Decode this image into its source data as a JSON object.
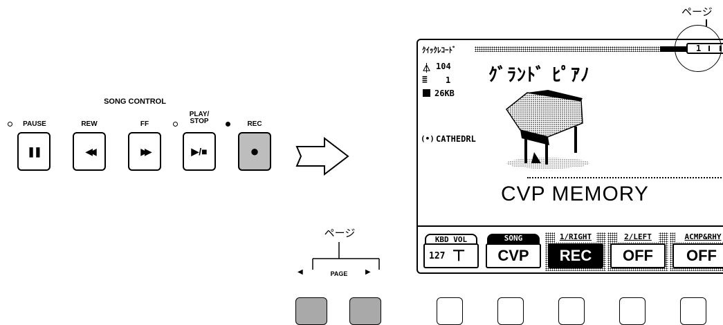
{
  "song_control": {
    "title": "SONG CONTROL",
    "buttons": [
      {
        "label": "PAUSE",
        "glyph": "❚❚",
        "led": "off"
      },
      {
        "label": "REW",
        "glyph": "◀◀",
        "led": "none"
      },
      {
        "label": "FF",
        "glyph": "▶▶",
        "led": "none"
      },
      {
        "label_line1": "PLAY/",
        "label_line2": "STOP",
        "glyph": "▶/■",
        "led": "off"
      },
      {
        "label": "REC",
        "glyph": "●",
        "led": "on",
        "active_color": "#bdbdbd"
      }
    ]
  },
  "page_callouts": {
    "top_right": "ページ",
    "bottom": "ページ",
    "page_label": "PAGE",
    "page_left_icon": "◀",
    "page_right_icon": "▶"
  },
  "lcd": {
    "header_title": "ｸｲｯｸﾚｺｰﾄﾞ",
    "page_number": "1",
    "tempo_icon": "metronome-icon",
    "tempo": "104",
    "measure_icon": "measure-icon",
    "measure": "1",
    "memory_icon": "floppy-icon",
    "memory": "26KB",
    "reverb_icon": "reverb-icon",
    "reverb": "CATHEDRL",
    "voice_name": "ｸﾞﾗﾝﾄﾞ ﾋﾟｱﾉ",
    "memory_label": "CVP MEMORY",
    "tabs": [
      {
        "head": "KBD VOL",
        "value": "127",
        "icon": "slider-icon"
      },
      {
        "head": "SONG",
        "value": "CVP"
      },
      {
        "head": "1/RIGHT",
        "value": "REC"
      },
      {
        "head": "2/LEFT",
        "value": "OFF"
      },
      {
        "head": "ACMP&RHY",
        "value": "OFF"
      }
    ]
  }
}
